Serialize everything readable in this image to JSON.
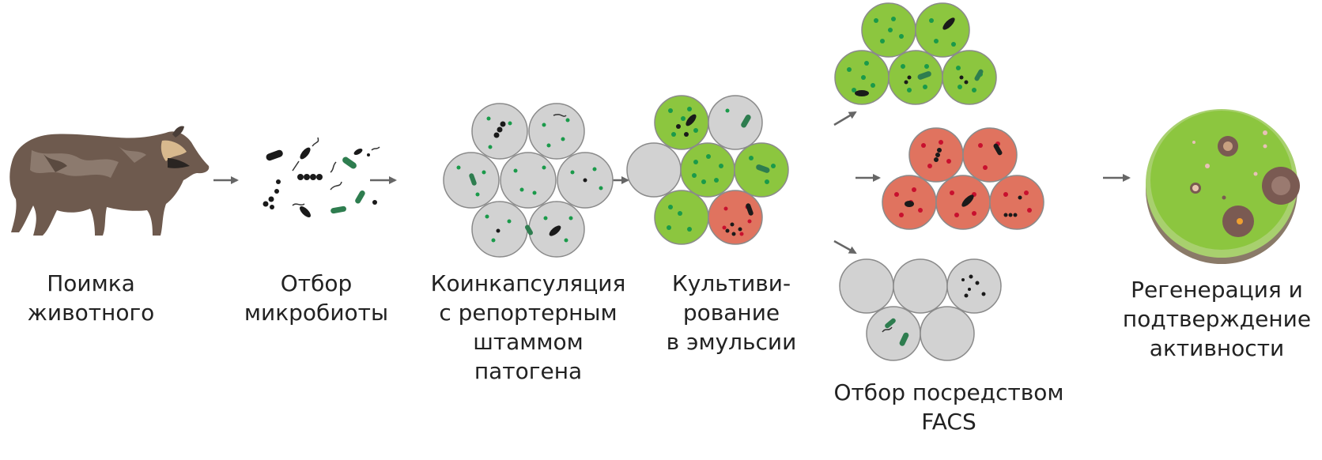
{
  "steps": [
    {
      "line1": "Поимка",
      "line2": "животного"
    },
    {
      "line1": "Отбор",
      "line2": "микробиоты"
    },
    {
      "line1": "Коинкапсуляция",
      "line2": "с репортерным",
      "line3": "штаммом",
      "line4": "патогена"
    },
    {
      "line1": "Культиви-",
      "line2": "рование",
      "line3": "в эмульсии"
    },
    {
      "line1": "Отбор посредством",
      "line2": "FACS"
    },
    {
      "line1": "Регенерация и",
      "line2": "подтверждение",
      "line3": "активности"
    }
  ],
  "colors": {
    "droplet_gray": "#d2d2d2",
    "droplet_green": "#8cc63f",
    "droplet_red": "#e0735f",
    "reporter_green": "#1a9a4a",
    "reporter_red": "#c8102e",
    "microbe_black": "#1a1a1a",
    "arrow": "#666666",
    "plate_green": "#8cc63f",
    "plate_base": "#8a7a68",
    "animal_fur": "#6e5a4e"
  }
}
